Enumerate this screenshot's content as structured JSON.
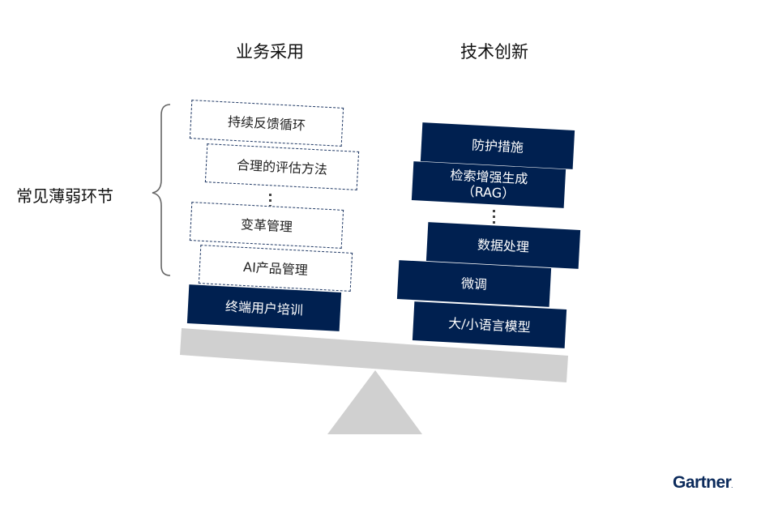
{
  "headers": {
    "left": "业务采用",
    "right": "技术创新"
  },
  "side_label": "常见薄弱环节",
  "left_items": [
    {
      "label": "持续反馈循环",
      "style": "dashed"
    },
    {
      "label": "合理的评估方法",
      "style": "dashed"
    },
    {
      "label": "变革管理",
      "style": "dashed"
    },
    {
      "label": "AI产品管理",
      "style": "dashed"
    },
    {
      "label": "终端用户培训",
      "style": "solid"
    }
  ],
  "right_items": [
    {
      "label": "防护措施"
    },
    {
      "label": "检索增强生成",
      "sub": "（RAG）"
    },
    {
      "label": "数据处理"
    },
    {
      "label": "微调"
    },
    {
      "label": "大/小语言模型"
    }
  ],
  "logo": "Gartner",
  "colors": {
    "navy": "#002050",
    "beam": "#d0d0d0"
  }
}
